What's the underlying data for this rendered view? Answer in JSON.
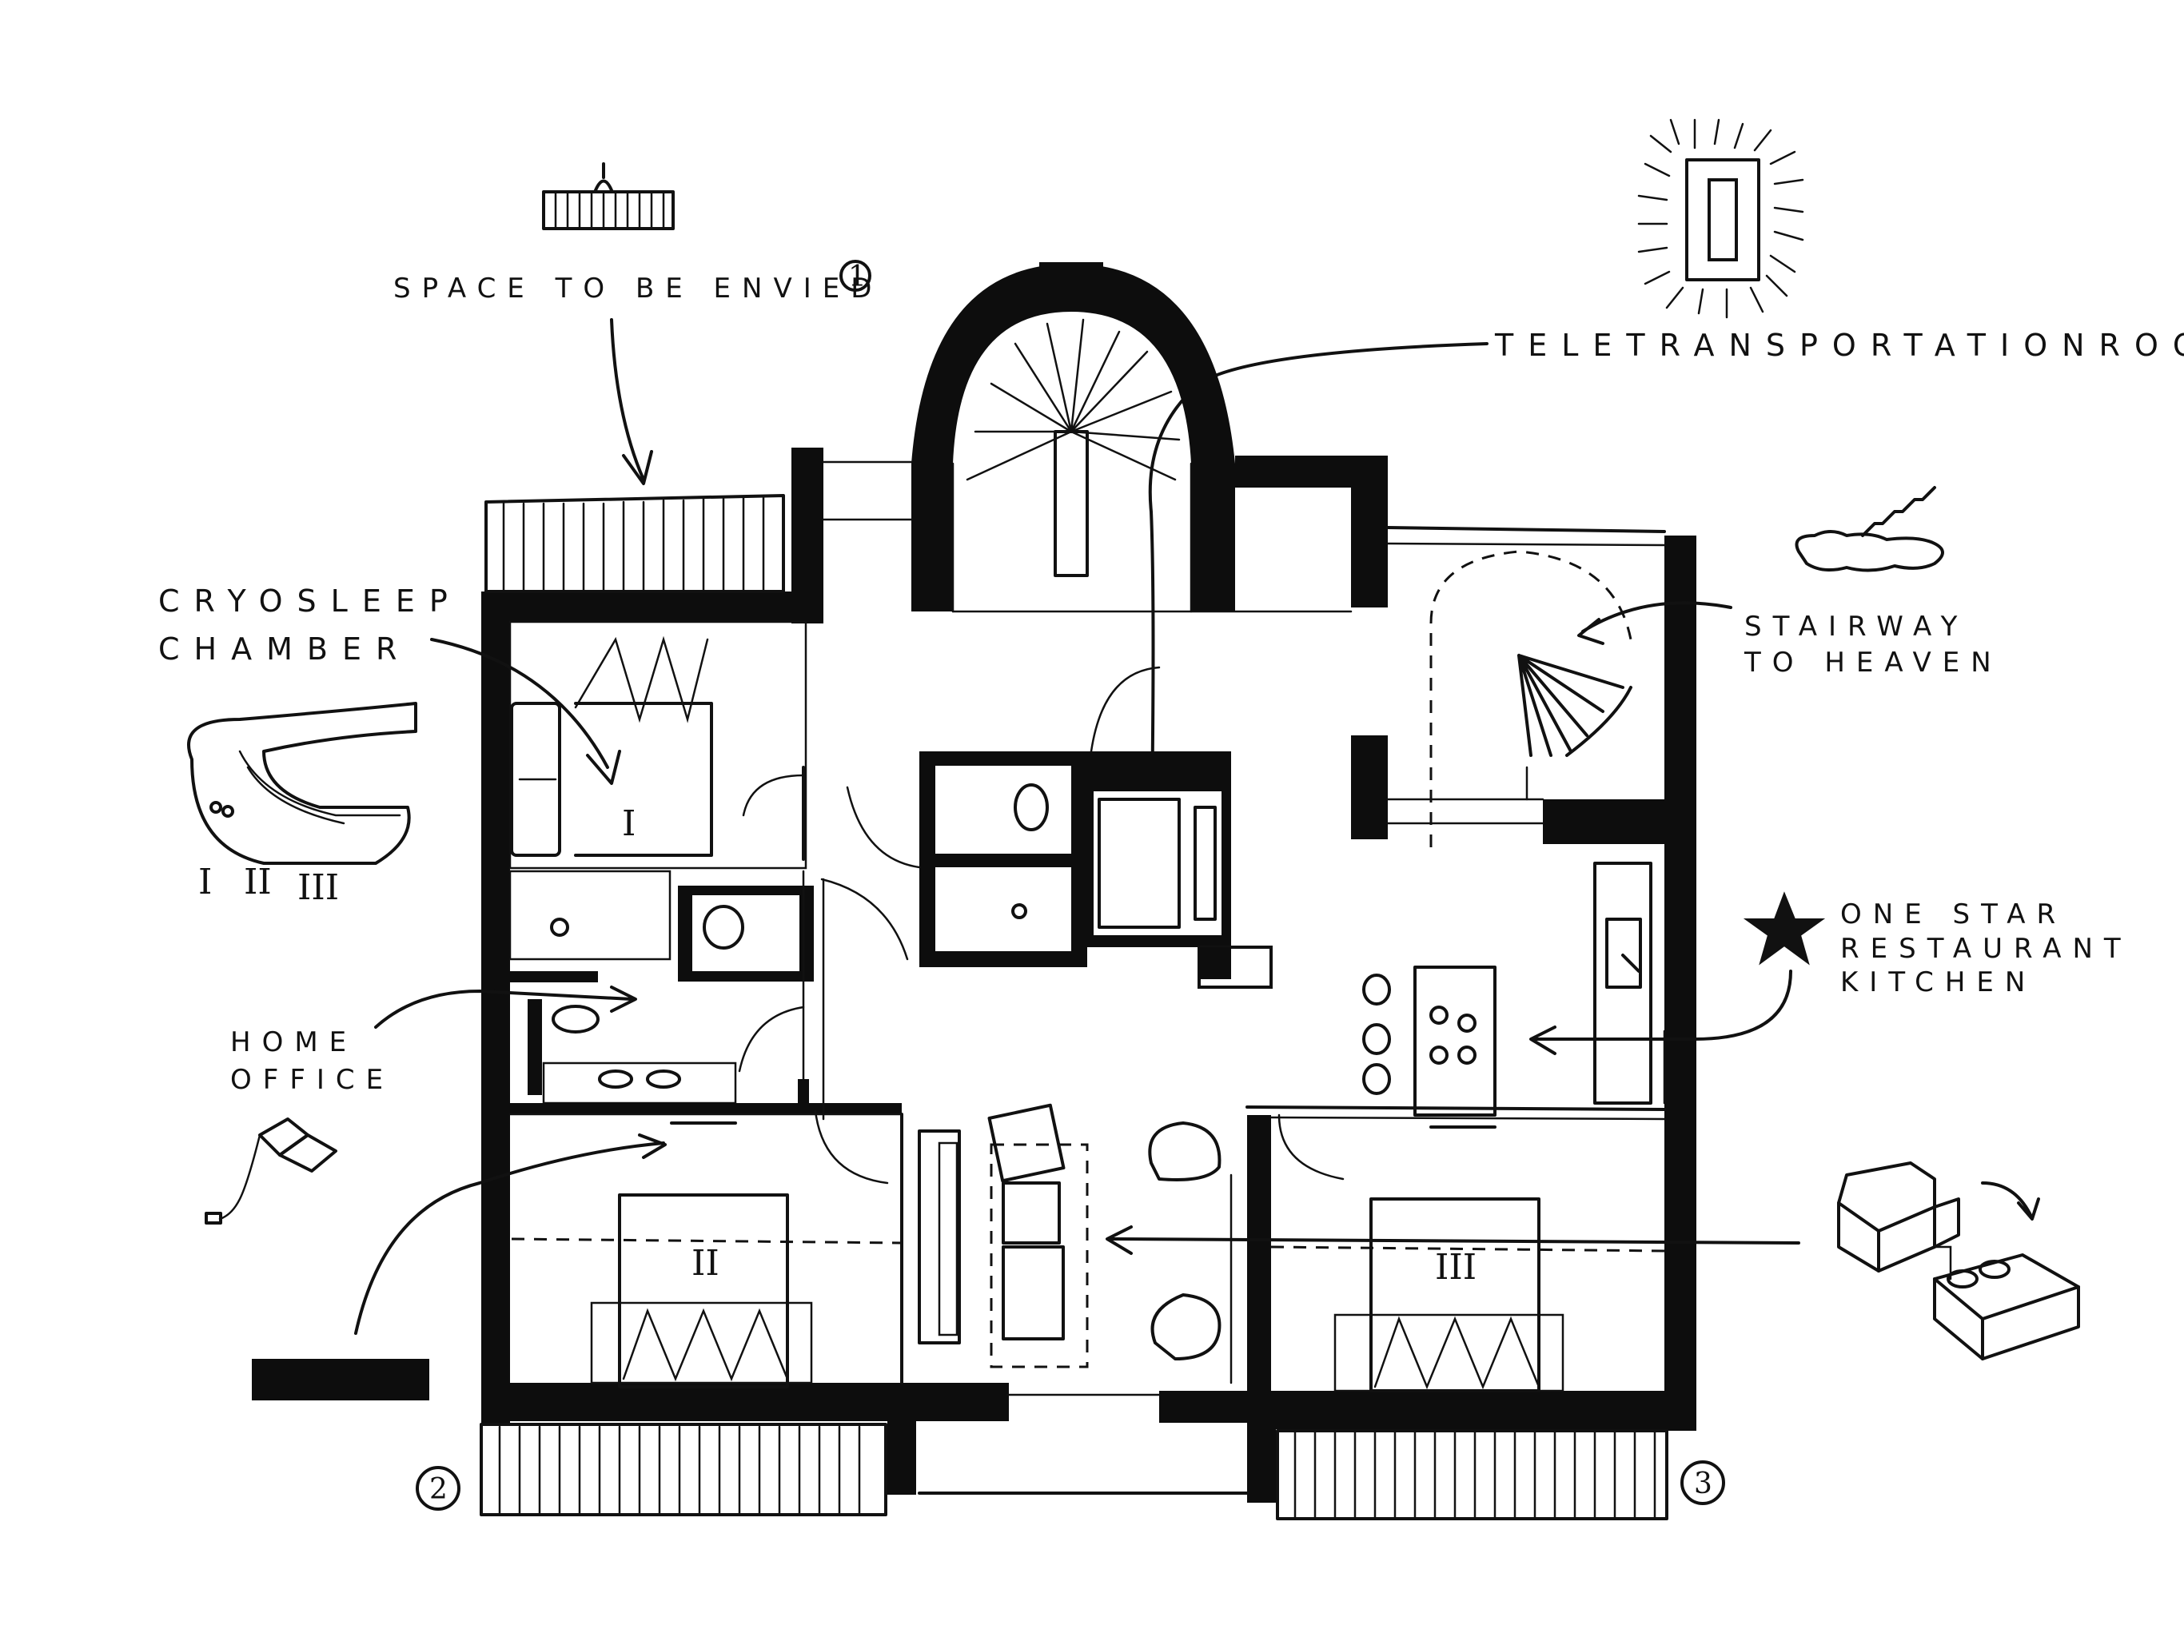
{
  "labels": {
    "space_to_be_envied": "SPACE TO BE ENVIED",
    "space_marker": "1",
    "cryosleep_line1": "CRYOSLEEP",
    "cryosleep_line2": "CHAMBER",
    "cryo_numerals": [
      "I",
      "II",
      "III"
    ],
    "home_office_line1": "HOME",
    "home_office_line2": "OFFICE",
    "teletransportation_room": "TELETRANSPORTATIONROOM",
    "stairway_line1": "STAIRWAY",
    "stairway_line2": "TO HEAVEN",
    "restaurant_line1": "ONE STAR",
    "restaurant_line2": "RESTAURANT",
    "restaurant_line3": "KITCHEN",
    "marker_2": "2",
    "marker_3": "3",
    "room_I": "I",
    "room_II": "II",
    "room_III": "III"
  },
  "icons": [
    "radiator-icon",
    "portal-icon",
    "cryo-pod-icon",
    "laptop-icon",
    "cloud-stairs-icon",
    "star-icon",
    "sofa-icon",
    "bed-icon",
    "black-bar-icon"
  ],
  "colors": {
    "ink": "#111111",
    "background": "#ffffff"
  }
}
